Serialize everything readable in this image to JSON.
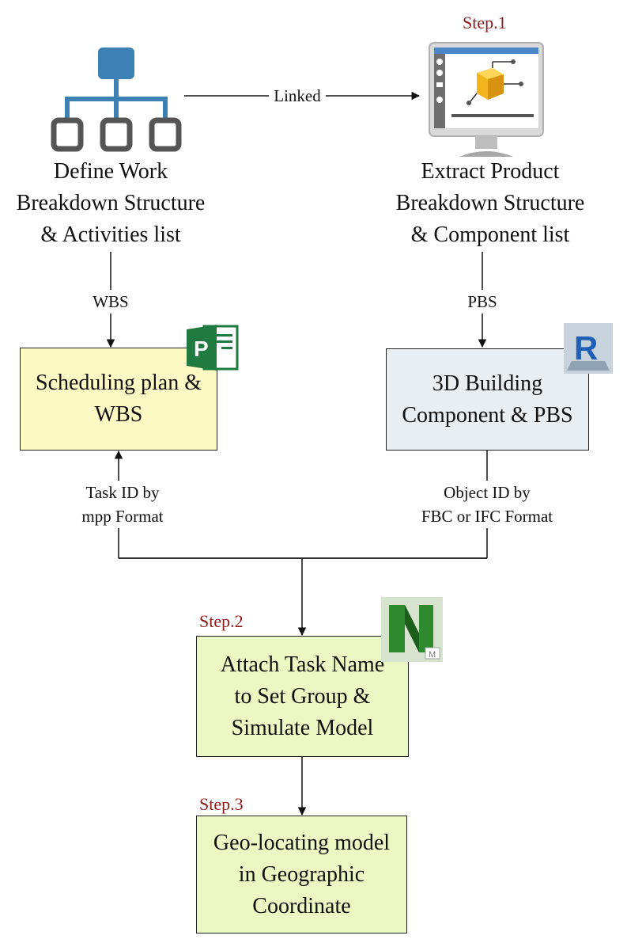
{
  "colors": {
    "step": "#8b1a1a",
    "schedule_box": "#fdf9c4",
    "building_box": "#e8eef2",
    "step2_box": "#ebf8c3",
    "wbs_icon": "#3d80b3",
    "project_green": "#1e7a3e",
    "revit_blue": "#1f5fb8",
    "navis_green": "#2f8a2f"
  },
  "step1_label": "Step.1",
  "step2_label": "Step.2",
  "step3_label": "Step.3",
  "linked_label": "Linked",
  "wbs_define": {
    "line1": "Define Work",
    "line2": "Breakdown Structure",
    "line3": "& Activities list"
  },
  "pbs_extract": {
    "line1": "Extract Product",
    "line2": "Breakdown Structure",
    "line3": "& Component list"
  },
  "wbs_label": "WBS",
  "pbs_label": "PBS",
  "schedule_box": {
    "line1": "Scheduling plan &",
    "line2": "WBS"
  },
  "building_box": {
    "line1": "3D Building",
    "line2": "Component & PBS"
  },
  "task_id": {
    "line1": "Task ID by",
    "line2": "mpp Format"
  },
  "object_id": {
    "line1": "Object ID by",
    "line2": "FBC or IFC Format"
  },
  "step2_box": {
    "line1": "Attach Task Name",
    "line2": "to Set Group &",
    "line3": "Simulate Model"
  },
  "step3_box": {
    "line1": "Geo-locating model",
    "line2": "in Geographic",
    "line3": "Coordinate"
  },
  "icons": {
    "wbs": "hierarchy-icon",
    "monitor": "monitor-3d-icon",
    "project": "ms-project-icon",
    "revit": "revit-icon",
    "navisworks": "navisworks-icon"
  }
}
